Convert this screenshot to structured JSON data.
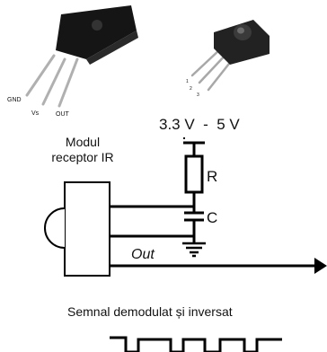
{
  "supply_label": "3.3 V  -  5 V",
  "module_label_line1": "Modul",
  "module_label_line2": "receptor IR",
  "resistor_label": "R",
  "capacitor_label": "C",
  "out_label": "Out",
  "signal_caption": "Semnal demodulat și inversat",
  "pin_labels": {
    "gnd": "GND",
    "vs": "Vs",
    "out": "OUT"
  },
  "second_package_pins": [
    "1",
    "2",
    "3"
  ],
  "colors": {
    "line": "#000000",
    "package_body": "#1a1a1a",
    "metal_pins": "#b8b8b8"
  }
}
